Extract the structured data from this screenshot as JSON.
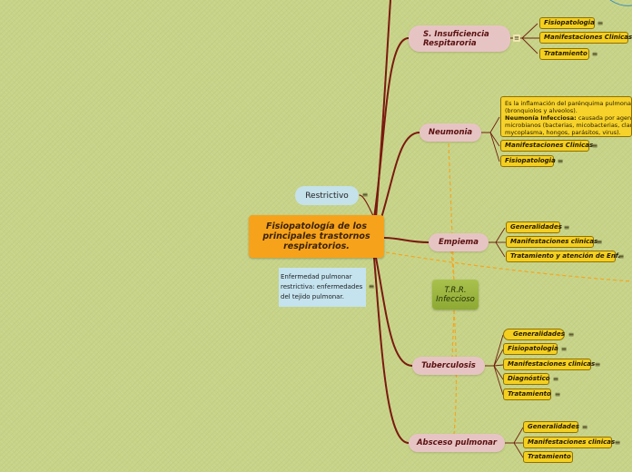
{
  "central": {
    "title": "Fisiopatología de los principales trastornos respiratorios."
  },
  "restrictivo": {
    "label": "Restrictivo",
    "note": "Enfermedad pulmonar restrictiva: enfermedades del tejido pulmonar."
  },
  "infeccioso": {
    "label": "T.R.R. Infeccioso"
  },
  "insuficiencia": {
    "label": "S. Insuficiencia Respitaroria",
    "children": [
      "Fisiopatologia",
      "Manifestaciones Clinicas",
      "Tratamiento"
    ]
  },
  "neumonia": {
    "label": "Neumonia",
    "note": {
      "line1": "Es la inflamación del parénquima pulmonar",
      "line2": "(bronquiolos y alveolos).",
      "line3_bold": "Neumonía Infecciosa:",
      "line3_rest": " causada por agen",
      "line4": "microbianos (bacterias, micobacterias, clar",
      "line5": "mycoplasma, hongos, parásitos, virus)."
    },
    "children": [
      "Manifestaciones Clinicas",
      "Fisiopatologia"
    ]
  },
  "empiema": {
    "label": "Empiema",
    "children": [
      "Generalidades",
      "Manifestaciones clinicas",
      "Tratamiento y atención de Enf."
    ]
  },
  "tuberculosis": {
    "label": "Tuberculosis",
    "children": [
      "Generalidades",
      "Fisiopatologia",
      "Manifestaciones clinicas",
      "Diagnóstico",
      "Tratamiento"
    ]
  },
  "absceso": {
    "label": "Absceso pulmonar",
    "children": [
      "Generalidades",
      "Manifestaciones clinicas",
      "Tratamiento"
    ]
  },
  "icons": {
    "note": "notes-icon",
    "glyph": "≡"
  },
  "colors": {
    "background": "#c7d488",
    "central": "#f7a21b",
    "branch": "#7a1a10",
    "topic": "#e7c4c4",
    "leaf": "#f4cf1f",
    "dashed": "#f3a623"
  }
}
